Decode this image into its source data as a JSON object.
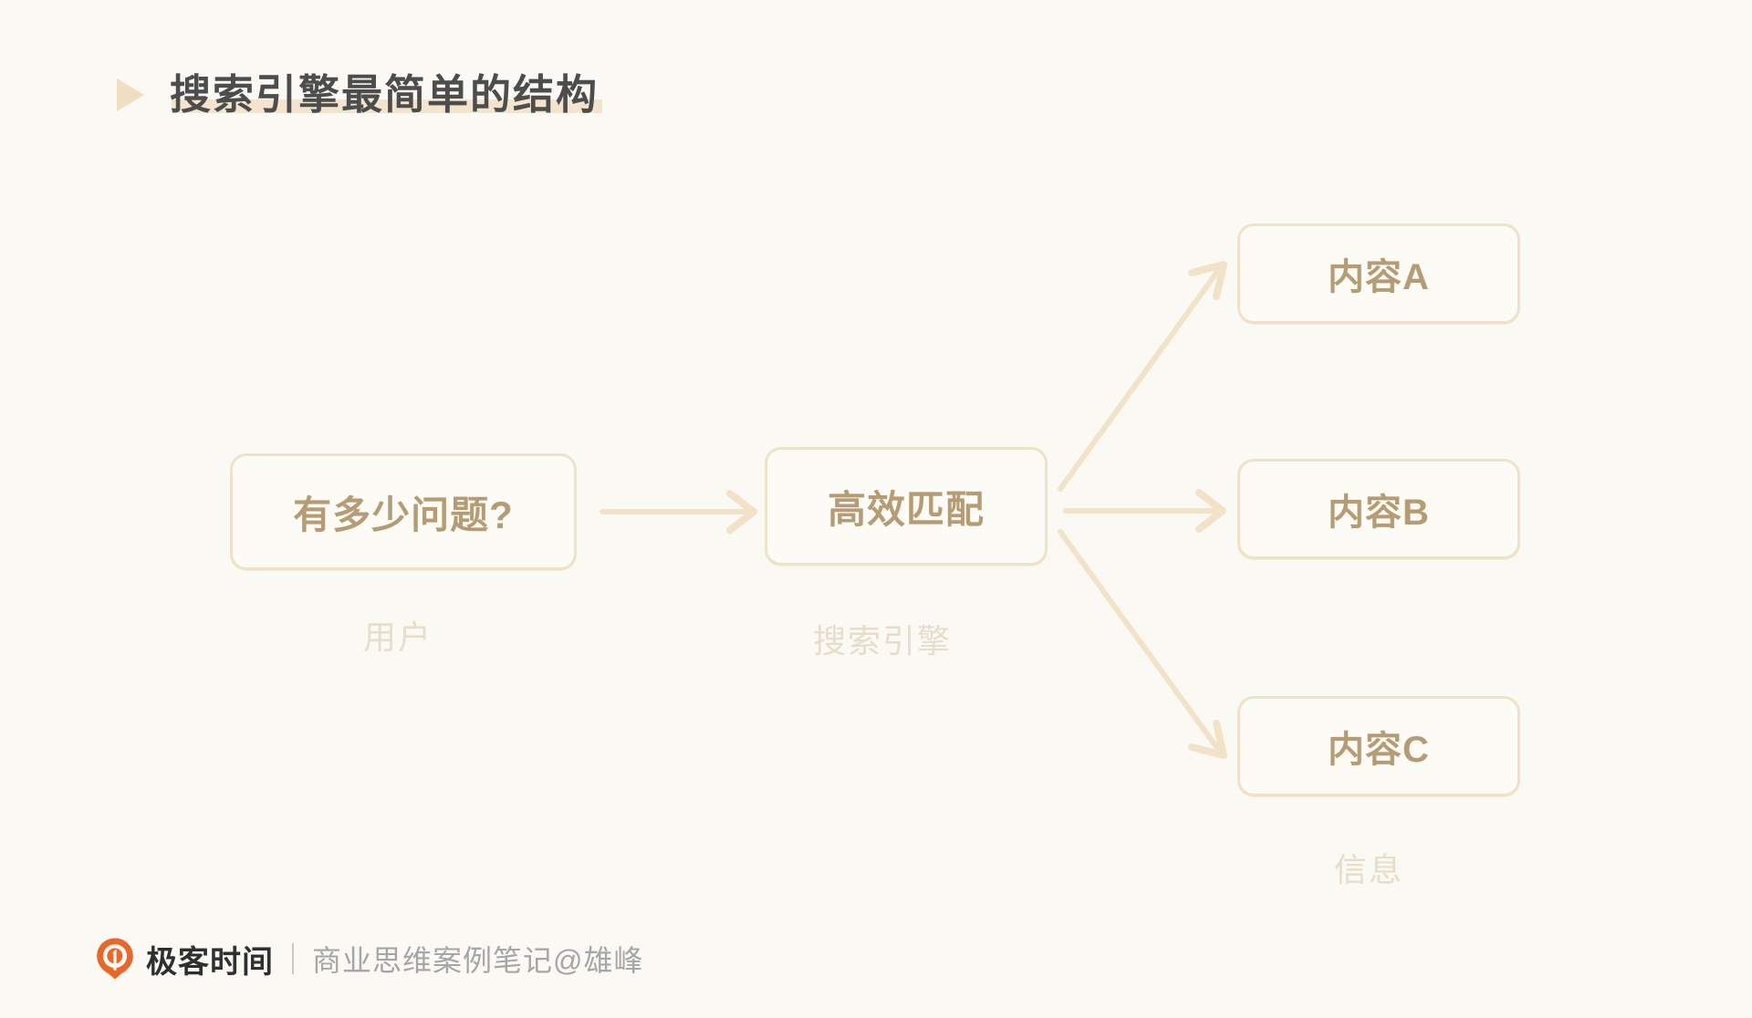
{
  "slide": {
    "background_color": "#FBF9F3",
    "accent_color": "#EFDFC2",
    "node_text_color": "#B59C75",
    "caption_color": "#E8DCCB"
  },
  "header": {
    "bullet_icon": "triangle-right-icon",
    "title": "搜索引擎最简单的结构",
    "highlight_color": "#F3E4CB"
  },
  "diagram": {
    "nodes": [
      {
        "id": "user",
        "label": "有多少问题?",
        "caption": "用户"
      },
      {
        "id": "engine",
        "label": "高效匹配",
        "caption": "搜索引擎"
      },
      {
        "id": "content_a",
        "label": "内容A",
        "caption": ""
      },
      {
        "id": "content_b",
        "label": "内容B",
        "caption": ""
      },
      {
        "id": "content_c",
        "label": "内容C",
        "caption": "信息"
      }
    ],
    "captions": {
      "user": "用户",
      "engine": "搜索引擎",
      "info": "信息"
    },
    "edges": [
      {
        "from": "user",
        "to": "engine",
        "style": "arrow-straight"
      },
      {
        "from": "engine",
        "to": "content_a",
        "style": "arrow-diagonal-up"
      },
      {
        "from": "engine",
        "to": "content_b",
        "style": "arrow-straight"
      },
      {
        "from": "engine",
        "to": "content_c",
        "style": "arrow-diagonal-down"
      }
    ],
    "edge_color": "#F2E3C8"
  },
  "footer": {
    "logo_icon": "geekbang-pin-logo-icon",
    "logo_color": "#E8682C",
    "brand": "极客时间",
    "divider": "|",
    "note": "商业思维案例笔记@雄峰"
  }
}
